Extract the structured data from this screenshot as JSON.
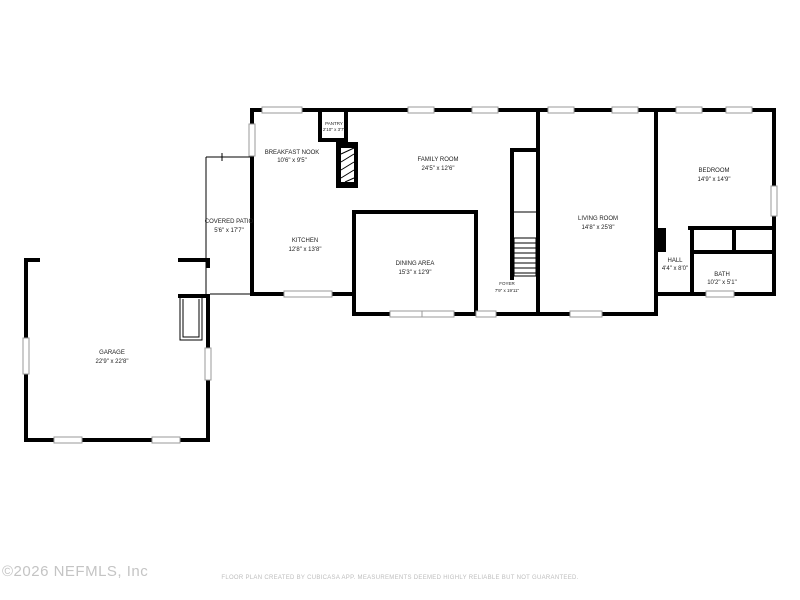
{
  "rooms": {
    "breakfast_nook": {
      "name": "BREAKFAST NOOK",
      "dim": "10'6\" x 9'5\""
    },
    "pantry": {
      "name": "PANTRY",
      "dim": "2'10\" x 3'7\""
    },
    "family_room": {
      "name": "FAMILY ROOM",
      "dim": "24'5\" x 12'6\""
    },
    "living_room": {
      "name": "LIVING ROOM",
      "dim": "14'8\" x 25'8\""
    },
    "bedroom": {
      "name": "BEDROOM",
      "dim": "14'9\" x 14'9\""
    },
    "covered_patio": {
      "name": "COVERED PATIO",
      "dim": "5'6\" x 17'7\""
    },
    "kitchen": {
      "name": "KITCHEN",
      "dim": "12'8\" x 13'8\""
    },
    "dining_area": {
      "name": "DINING AREA",
      "dim": "15'3\" x 12'9\""
    },
    "foyer": {
      "name": "FOYER",
      "dim": "7'9\" x 19'11\""
    },
    "hall": {
      "name": "HALL",
      "dim": "4'4\" x 8'0\""
    },
    "bath": {
      "name": "BATH",
      "dim": "10'2\" x 5'1\""
    },
    "garage": {
      "name": "GARAGE",
      "dim": "22'9\" x 22'8\""
    }
  },
  "watermark": "©2026 NEFMLS, Inc",
  "disclaimer": "FLOOR PLAN CREATED BY CUBICASA APP. MEASUREMENTS DEEMED HIGHLY RELIABLE BUT NOT GUARANTEED."
}
